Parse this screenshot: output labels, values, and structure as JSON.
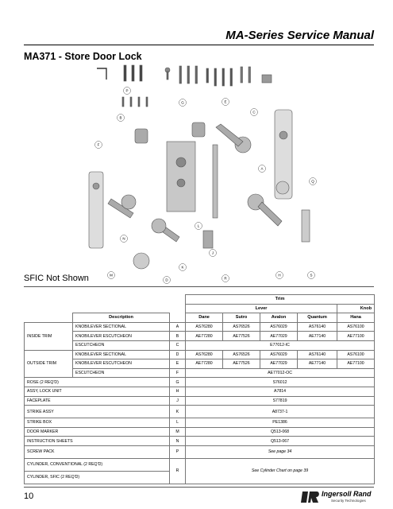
{
  "header": {
    "title": "MA-Series Service Manual"
  },
  "section_title": "MA371 - Store Door Lock",
  "diagram": {
    "callouts": [
      "P",
      "G",
      "E",
      "C",
      "B",
      "F",
      "A",
      "Q",
      "L",
      "N",
      "J",
      "K",
      "M",
      "D",
      "R",
      "H",
      "S"
    ]
  },
  "sfic_note": "SFIC Not Shown",
  "table": {
    "trim_header": "Trim",
    "lever_header": "Lever",
    "knob_header": "Knob",
    "description_header": "Description",
    "col_headers": [
      "Dane",
      "Sutro",
      "Avalon",
      "Quantum",
      "Hana"
    ],
    "inside_trim": {
      "label": "INSIDE TRIM",
      "rows": [
        {
          "desc": "KNOB/LEVER SECTIONAL",
          "code": "A",
          "vals": [
            "AS76280",
            "AS76526",
            "AS76029",
            "AS76140",
            "AS76100"
          ]
        },
        {
          "desc": "KNOB/LEVER ESCUTCHEON",
          "code": "B",
          "vals": [
            "AE77280",
            "AE77526",
            "AE77029",
            "AE77140",
            "AE77100"
          ]
        },
        {
          "desc": "ESCUTCHEON",
          "code": "C",
          "span": "E77012-IC"
        }
      ]
    },
    "outside_trim": {
      "label": "OUTSIDE TRIM",
      "rows": [
        {
          "desc": "KNOB/LEVER SECTIONAL",
          "code": "D",
          "vals": [
            "AS76280",
            "AS76526",
            "AS76029",
            "AS76140",
            "AS76100"
          ]
        },
        {
          "desc": "KNOB/LEVER ESCUTCHEON",
          "code": "E",
          "vals": [
            "AE77280",
            "AE77526",
            "AE77029",
            "AE77140",
            "AE77100"
          ]
        },
        {
          "desc": "ESCUTCHEON",
          "code": "F",
          "span": "AE77012-OC"
        }
      ]
    },
    "single_rows": [
      {
        "desc": "ROSE (2 REQ'D)",
        "code": "G",
        "span": "S76012"
      },
      {
        "desc": "ASSY, LOCK UNIT",
        "code": "H",
        "span": "A7814"
      },
      {
        "desc": "FACEPLATE",
        "code": "J",
        "span": "S77819"
      },
      {
        "desc": "STRIKE ASSY",
        "code": "K",
        "span": "A8737-1"
      },
      {
        "desc": "STRIKE BOX",
        "code": "L",
        "span": "PE1386"
      },
      {
        "desc": "DOOR MARKER",
        "code": "M",
        "span": "Q513-068"
      },
      {
        "desc": "INSTRUCTION SHEETS",
        "code": "N",
        "span": "Q513-067"
      },
      {
        "desc": "SCREW PACK",
        "code": "P",
        "span": "See page 34"
      }
    ],
    "cylinder_rows": {
      "desc1": "CYLINDER, CONVENTIONAL (2 REQ'D)",
      "desc2": "CYLINDER, SFIC (2 REQ'D)",
      "code": "R",
      "span": "See Cylinder Chart on page 39"
    }
  },
  "footer": {
    "page_number": "10",
    "logo_name": "Ingersoll Rand",
    "logo_tagline": "Security Technologies",
    "colors": {
      "rule": "#555555",
      "text": "#000000"
    }
  }
}
